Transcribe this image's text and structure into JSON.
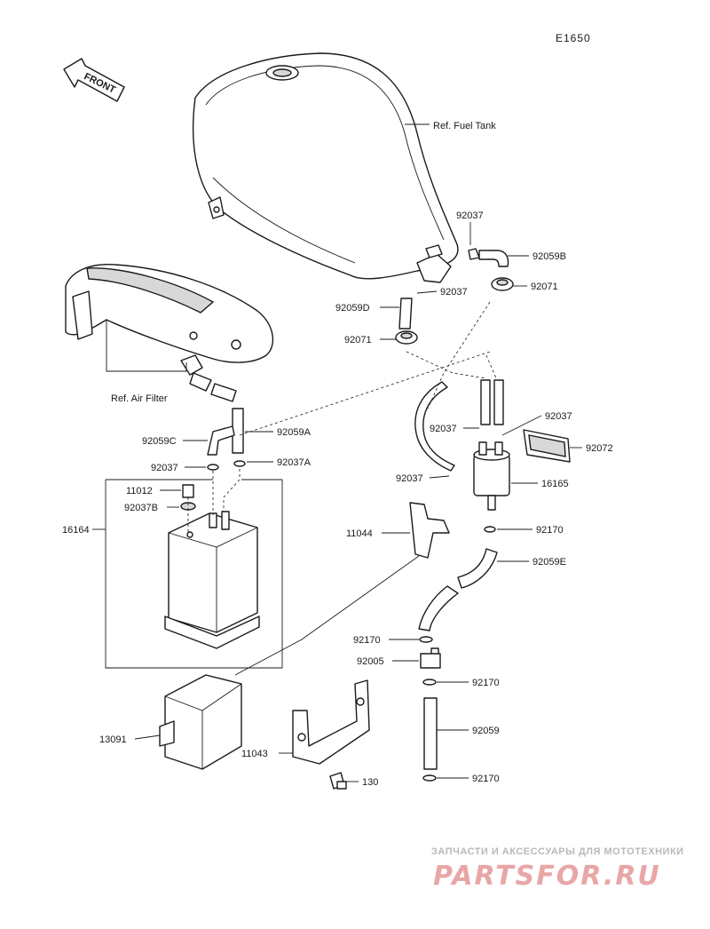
{
  "diagram_code": "E1650",
  "front_label": "FRONT",
  "ref_labels": {
    "fuel_tank": "Ref. Fuel Tank",
    "air_filter": "Ref. Air Filter"
  },
  "part_labels": {
    "p92037_a": "92037",
    "p92059B": "92059B",
    "p92037_b": "92037",
    "p92071_a": "92071",
    "p92059D": "92059D",
    "p92071_b": "92071",
    "p92037_c": "92037",
    "p92037_d": "92037",
    "p92059A": "92059A",
    "p92059C": "92059C",
    "p92037_e": "92037",
    "p92037A": "92037A",
    "p92072": "92072",
    "p92037_f": "92037",
    "p16165": "16165",
    "p11012": "11012",
    "p92037B": "92037B",
    "p16164": "16164",
    "p11044": "11044",
    "p92170_a": "92170",
    "p92059E": "92059E",
    "p92170_b": "92170",
    "p92005": "92005",
    "p92170_c": "92170",
    "p13091": "13091",
    "p92059": "92059",
    "p11043": "11043",
    "p92170_d": "92170",
    "p130": "130"
  },
  "watermark": {
    "tagline": "ЗАПЧАСТИ И АКСЕССУАРЫ ДЛЯ МОТОТЕХНИКИ",
    "logo": "PARTSFOR.RU"
  }
}
